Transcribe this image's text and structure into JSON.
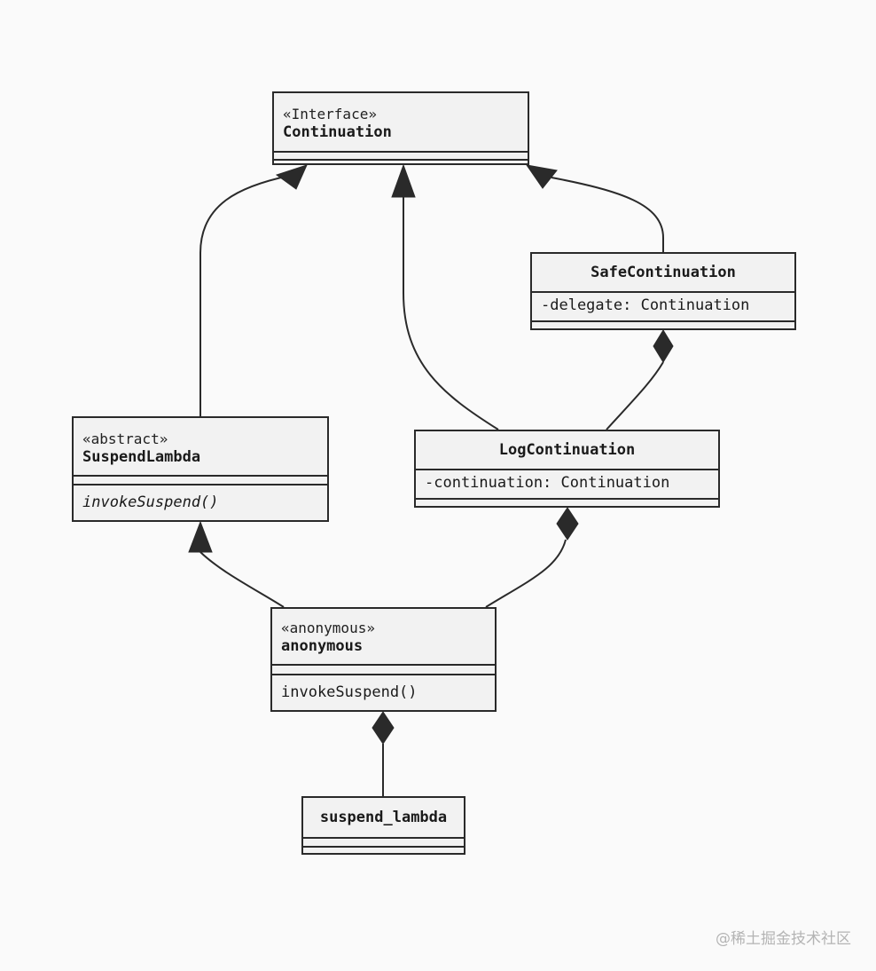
{
  "classes": {
    "continuation": {
      "stereotype": "«Interface»",
      "name": "Continuation"
    },
    "safe_continuation": {
      "name": "SafeContinuation",
      "attribute": "-delegate: Continuation"
    },
    "suspend_lambda": {
      "stereotype": "«abstract»",
      "name": "SuspendLambda",
      "method": "invokeSuspend()"
    },
    "log_continuation": {
      "name": "LogContinuation",
      "attribute": "-continuation: Continuation"
    },
    "anonymous": {
      "stereotype": "«anonymous»",
      "name": "anonymous",
      "method": "invokeSuspend()"
    },
    "suspend_lambda_obj": {
      "name": "suspend_lambda"
    }
  },
  "relations": [
    {
      "from": "suspend_lambda",
      "to": "continuation",
      "type": "inheritance"
    },
    {
      "from": "log_continuation",
      "to": "continuation",
      "type": "inheritance"
    },
    {
      "from": "safe_continuation",
      "to": "continuation",
      "type": "inheritance"
    },
    {
      "from": "safe_continuation",
      "to": "log_continuation",
      "type": "composition"
    },
    {
      "from": "anonymous",
      "to": "suspend_lambda",
      "type": "inheritance"
    },
    {
      "from": "log_continuation",
      "to": "anonymous",
      "type": "composition"
    },
    {
      "from": "anonymous",
      "to": "suspend_lambda_obj",
      "type": "composition"
    }
  ],
  "watermark": "@稀土掘金技术社区"
}
